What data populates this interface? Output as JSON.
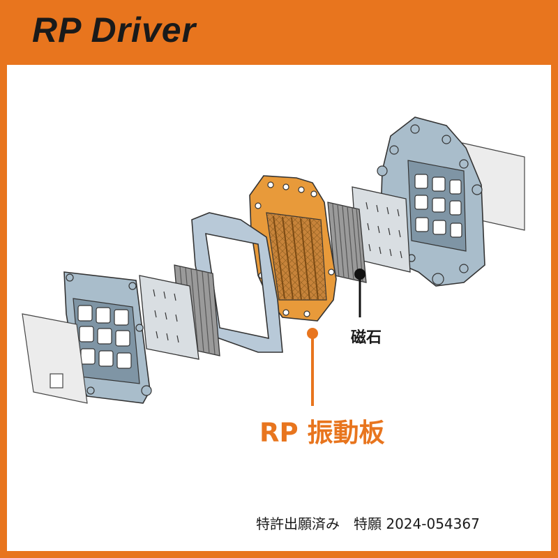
{
  "header": {
    "title": "RP Driver"
  },
  "labels": {
    "magnet": "磁石",
    "diaphragm": "RP 振動板"
  },
  "footer": {
    "patent": "特許出願済み　特願 2024-054367"
  },
  "colors": {
    "accent": "#E8751E",
    "frame_blue": "#A9BDCB",
    "diaphragm": "#E89A3A",
    "magnet_gray": "#9A9A9A",
    "sheet_gray": "#D9DEE2"
  },
  "parts": [
    "left-felt-sheet",
    "left-frame",
    "left-spacer-sheet",
    "left-magnet-array",
    "gasket-frame",
    "rp-diaphragm",
    "right-magnet-array",
    "right-spacer-sheet",
    "right-frame",
    "right-felt-sheet"
  ]
}
